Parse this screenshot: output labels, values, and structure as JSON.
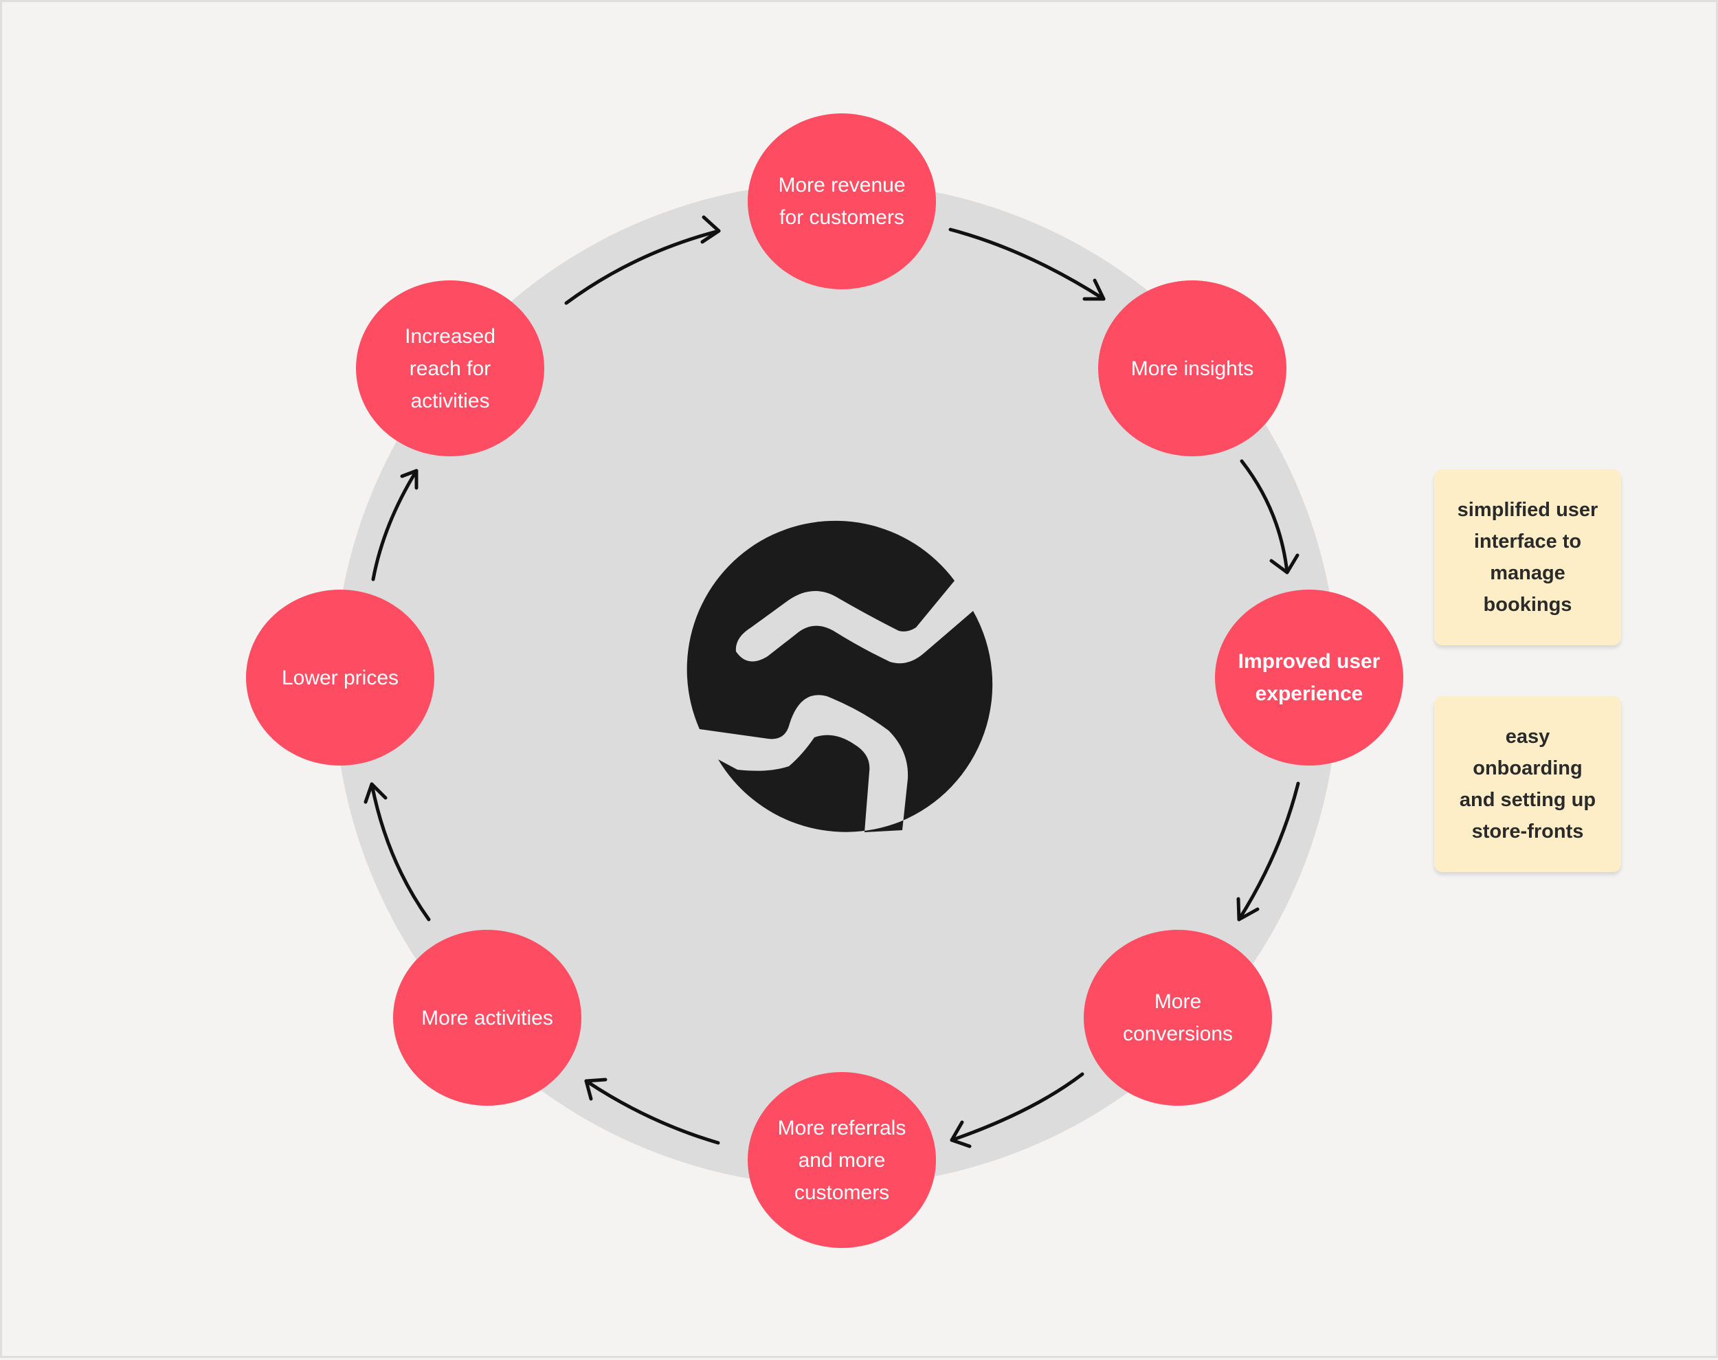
{
  "diagram": {
    "nodes": [
      {
        "id": "revenue",
        "label": "More revenue\nfor customers"
      },
      {
        "id": "insights",
        "label": "More insights"
      },
      {
        "id": "ux",
        "label": "Improved user\nexperience"
      },
      {
        "id": "conversions",
        "label": "More\nconversions"
      },
      {
        "id": "referrals",
        "label": "More referrals\nand more\ncustomers"
      },
      {
        "id": "activities",
        "label": "More activities"
      },
      {
        "id": "prices",
        "label": "Lower prices"
      },
      {
        "id": "reach",
        "label": "Increased\nreach for\nactivities"
      }
    ],
    "notes": [
      {
        "id": "note-ui",
        "label": "simplified user\ninterface to\nmanage\nbookings"
      },
      {
        "id": "note-onboarding",
        "label": "easy\nonboarding\nand setting up\nstore-fronts"
      }
    ],
    "center_logo_icon": "brand-logo-icon",
    "arrow_icon": "open-arrowhead-icon",
    "colors": {
      "node": "#fe4d62",
      "node_text": "#ffffff",
      "ring": "#dddcdc",
      "background": "#f4f3f1",
      "note": "#fdeec8",
      "arrow": "#111111",
      "logo": "#1b1b1b"
    }
  }
}
